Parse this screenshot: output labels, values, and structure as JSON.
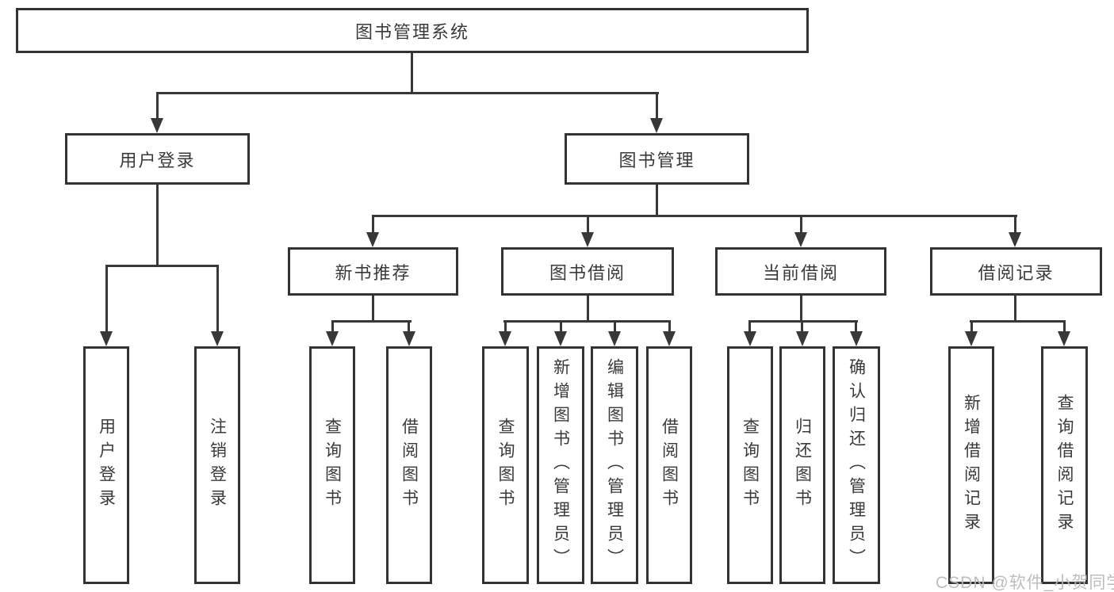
{
  "tree": {
    "root": {
      "label": "图书管理系统"
    },
    "level2": [
      {
        "label": "用户登录"
      },
      {
        "label": "图书管理"
      }
    ],
    "level3": [
      {
        "label": "新书推荐"
      },
      {
        "label": "图书借阅"
      },
      {
        "label": "当前借阅"
      },
      {
        "label": "借阅记录"
      }
    ],
    "leaves": {
      "user_login": [
        "用户登录",
        "注销登录"
      ],
      "new_book": [
        "查询图书",
        "借阅图书"
      ],
      "book_borrowing": [
        "查询图书",
        "新增图书（管理员）",
        "编辑图书（管理员）",
        "借阅图书"
      ],
      "current_borrowing": [
        "查询图书",
        "归还图书",
        "确认归还（管理员）"
      ],
      "borrowing_records": [
        "新增借阅记录",
        "查询借阅记录"
      ]
    }
  },
  "watermark": {
    "text": "CSDN @软件_小贺同学"
  },
  "colors": {
    "line": "#383838",
    "box_border": "#333333",
    "text": "#3a3a3a",
    "watermark": "#b9b9b9",
    "background": "#ffffff"
  }
}
